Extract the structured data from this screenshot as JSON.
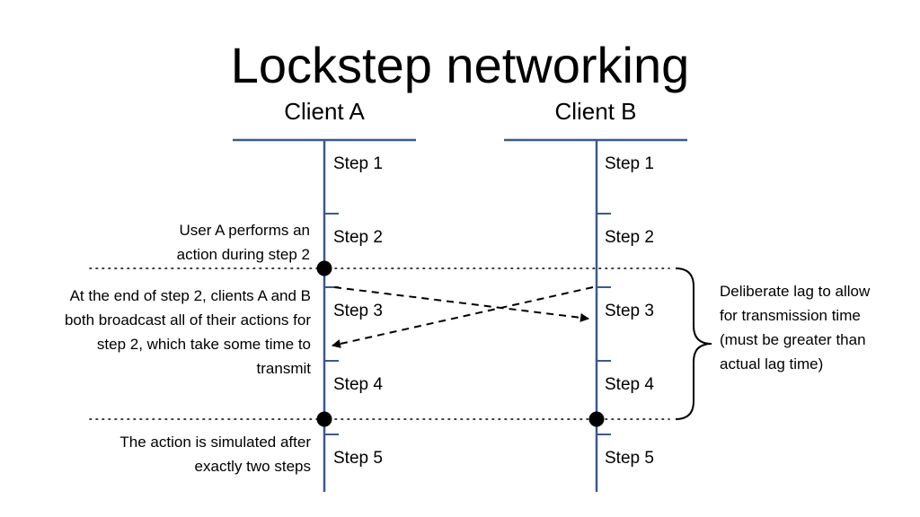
{
  "title": "Lockstep networking",
  "clients": [
    {
      "name": "Client A",
      "steps": [
        "Step 1",
        "Step 2",
        "Step 3",
        "Step 4",
        "Step 5"
      ]
    },
    {
      "name": "Client B",
      "steps": [
        "Step 1",
        "Step 2",
        "Step 3",
        "Step 4",
        "Step 5"
      ]
    }
  ],
  "annotations": {
    "user_action": "User A performs an action during step 2",
    "broadcast": "At the end of step 2, clients A and B both broadcast all of their actions for step 2, which take some time to transmit",
    "simulated": "The action is simulated after exactly two steps",
    "deliberate_lag": "Deliberate lag to allow for transmission time (must be greater than actual lag time)"
  },
  "colors": {
    "timeline": "#3a5a8c",
    "event": "#000000"
  }
}
